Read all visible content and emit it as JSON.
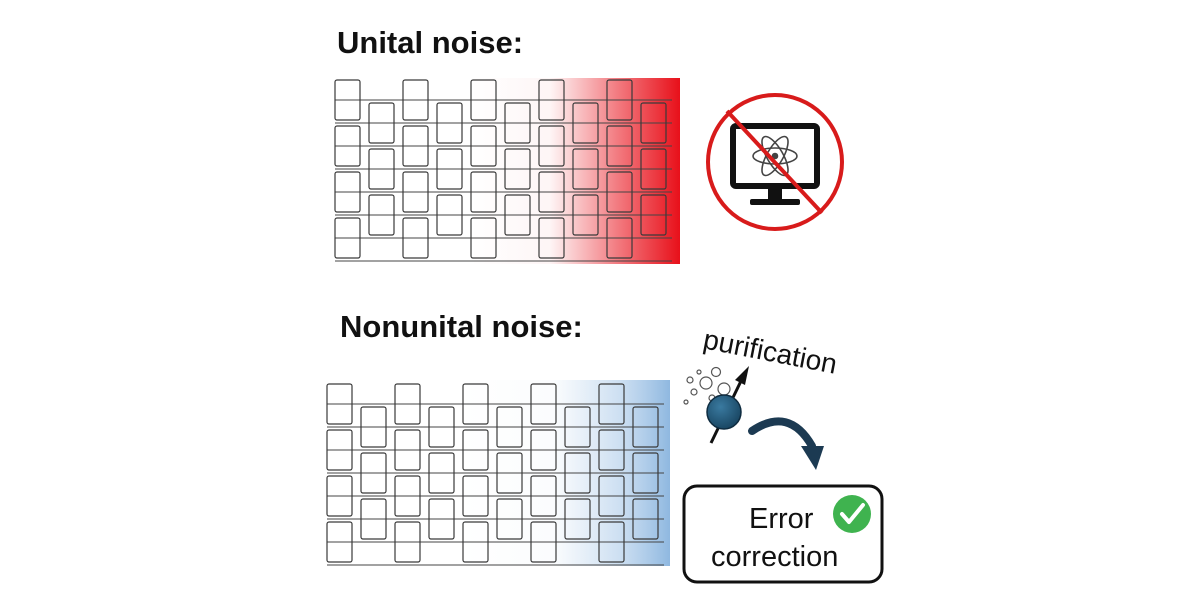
{
  "top_panel": {
    "title": "Unital noise:",
    "gradient_color": "#e8101a"
  },
  "bottom_panel": {
    "title": "Nonunital noise:",
    "gradient_color": "#a8c8e8",
    "purification_label": "purification",
    "error_box": {
      "line1": "Error",
      "line2": "correction"
    }
  },
  "icons": {
    "blocked_computer": "no-quantum-computer-icon",
    "qubit": "qubit-spin-icon",
    "bubbles": "bubbles-icon",
    "arrow": "curved-arrow-icon",
    "check": "check-circle-icon"
  },
  "colors": {
    "prohibit_red": "#d81b1b",
    "qubit_blue": "#1f5577",
    "check_green": "#3fb34f",
    "arrow_navy": "#1c3a52"
  }
}
